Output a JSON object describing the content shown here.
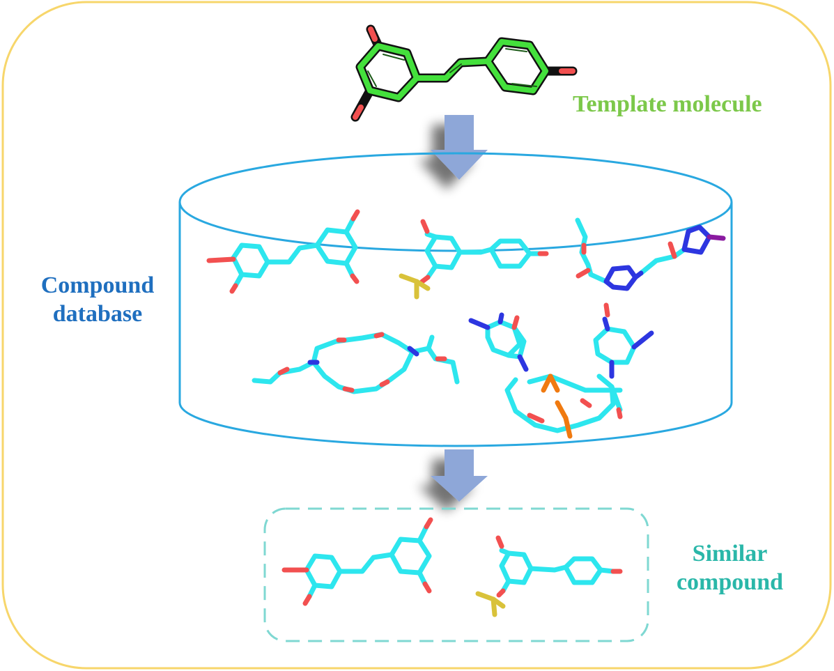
{
  "labels": {
    "template": "Template molecule",
    "database": "Compound database",
    "similar": "Similar compound"
  },
  "colors": {
    "frame": "#f7d66b",
    "template_label": "#7cc84a",
    "database_label": "#1f6fbf",
    "similar_label": "#2ab7a9",
    "cylinder": "#29a8e0",
    "arrow": "#8ea7d8",
    "dashed_box": "#7fd8d2",
    "carbon_template": "#44e03c",
    "carbon_db": "#2de6ee",
    "oxygen": "#f25050",
    "nitrogen": "#2d36e0",
    "phosphorus": "#f07a10",
    "sulfur": "#d9c23a",
    "iodine": "#8a1aa0"
  },
  "molecules": [
    "template-resveratrol",
    "db-stilbene-a",
    "db-stilbene-sulfonate",
    "db-heterocycle",
    "db-macrocycle",
    "db-dinucleotide",
    "similar-stilbene-a",
    "similar-stilbene-sulfonate"
  ]
}
